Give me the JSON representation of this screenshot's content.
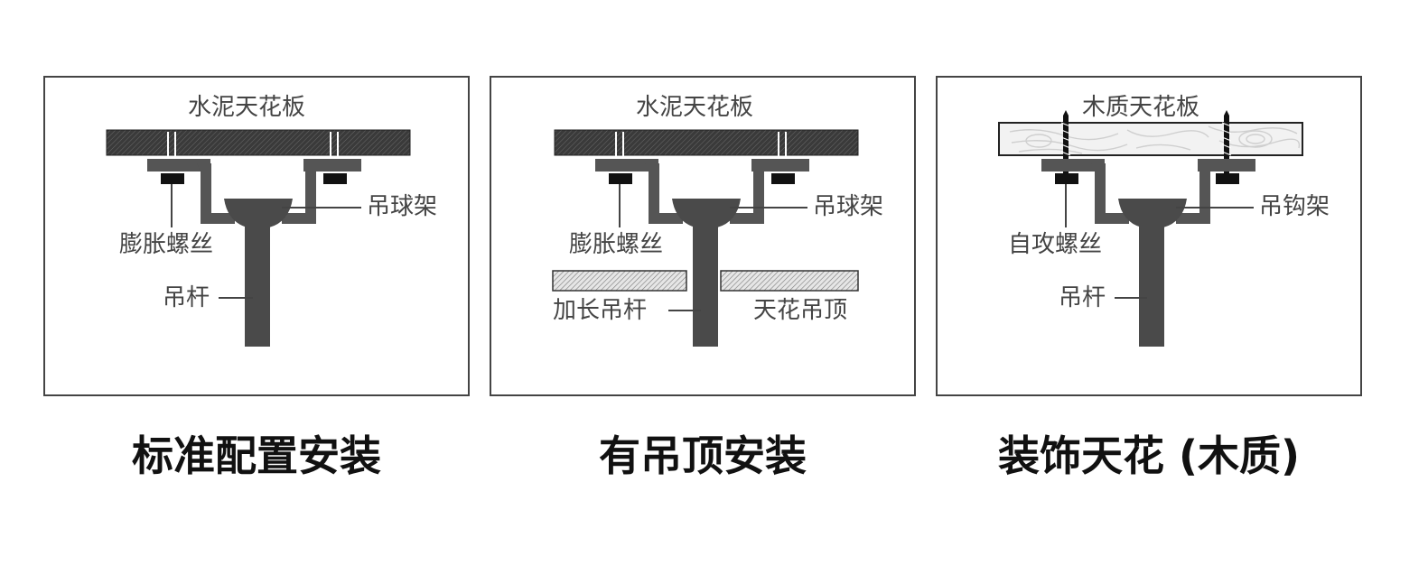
{
  "colors": {
    "frame": "#444444",
    "slab": "#3d3d3d",
    "rod": "#4a4a4a",
    "bracket": "#555555",
    "wood": "#f2f2f2",
    "screw": "#111111"
  },
  "panels": [
    {
      "ceiling_label": "水泥天花板",
      "bracket_label": "吊球架",
      "screw_label": "膨胀螺丝",
      "rod_label": "吊杆",
      "caption": "标准配置安装"
    },
    {
      "ceiling_label": "水泥天花板",
      "bracket_label": "吊球架",
      "screw_label": "膨胀螺丝",
      "rod_label": "加长吊杆",
      "suspended_ceiling_label": "天花吊顶",
      "caption": "有吊顶安装"
    },
    {
      "ceiling_label": "木质天花板",
      "bracket_label": "吊钩架",
      "screw_label": "自攻螺丝",
      "rod_label": "吊杆",
      "caption": "装饰天花 (木质)"
    }
  ]
}
